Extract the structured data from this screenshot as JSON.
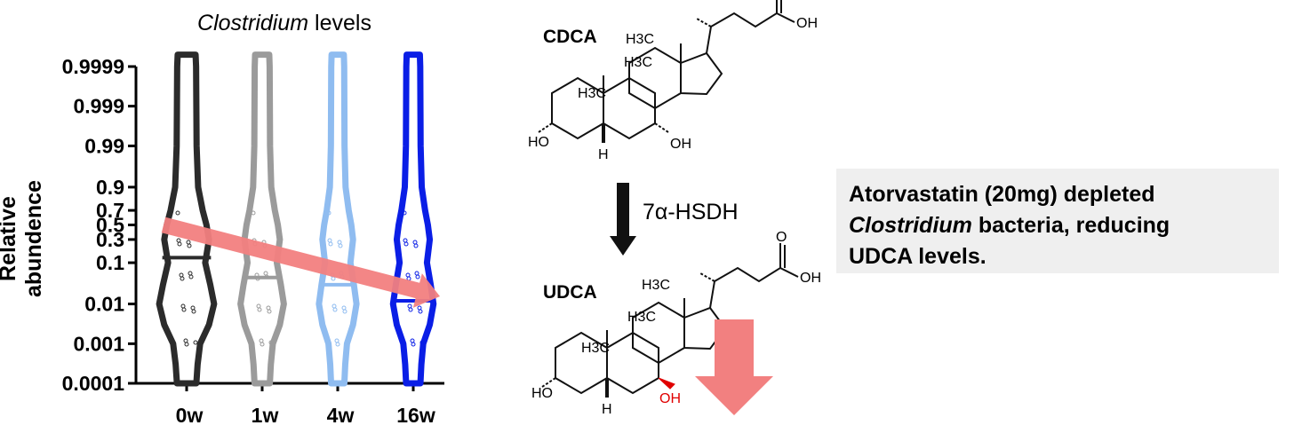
{
  "chart_data": {
    "type": "violin",
    "title_italic": "Clostridium",
    "title_rest": " levels",
    "ylabel": "Relative abundence",
    "y_scale": "logit",
    "y_ticks": [
      "0.9999",
      "0.999",
      "0.99",
      "0.9",
      "0.7",
      "0.5",
      "0.3",
      "0.1",
      "0.01",
      "0.001",
      "0.0001"
    ],
    "categories": [
      "0w",
      "1w",
      "4w",
      "16w"
    ],
    "series_colors": [
      "#2b2b2b",
      "#9b9b9b",
      "#8fbcf0",
      "#0a1ee6"
    ],
    "medians": [
      0.13,
      0.045,
      0.03,
      0.012
    ],
    "trend_arrow": {
      "from_category": "0w",
      "to_category": "16w",
      "from_value": 0.5,
      "to_value": 0.012,
      "color": "#f28080"
    }
  },
  "chemistry": {
    "substrate": "CDCA",
    "product": "UDCA",
    "enzyme": "7α-HSDH",
    "group_labels": {
      "methyl": "H3C",
      "hydroxyl_left": "HO",
      "hydroxyl_right": "OH",
      "hydrogen": "H",
      "acid_o": "O",
      "acid_oh": "OH"
    },
    "highlight_color": "#e00000",
    "decrease_arrow_color": "#f28080"
  },
  "summary": {
    "line1": "Atorvastatin (20mg) depleted",
    "line2_italic": "Clostridium",
    "line2_rest": " bacteria, reducing",
    "line3": "UDCA levels."
  }
}
